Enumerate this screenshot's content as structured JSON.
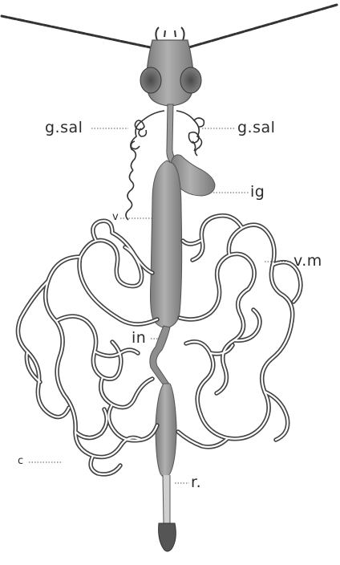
{
  "labels": {
    "g_sal_left": "g.sal",
    "g_sal_right": "g.sal",
    "ig": "ig",
    "v": "v",
    "v_m": "v.m",
    "in": "in",
    "c": "c",
    "r": "r."
  },
  "colors": {
    "ink": "#2b2b2b",
    "organ_fill": "#9a9a9a",
    "organ_dark": "#6f6f6f",
    "background": "#ffffff"
  }
}
